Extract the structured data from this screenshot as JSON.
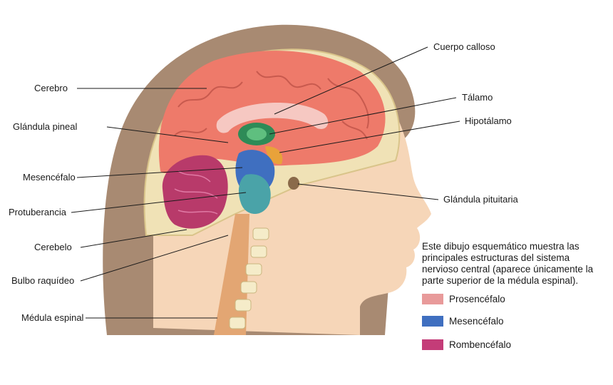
{
  "labels": {
    "cerebro": "Cerebro",
    "glandula_pineal": "Glándula pineal",
    "mesencefalo": "Mesencéfalo",
    "protuberancia": "Protuberancia",
    "cerebelo": "Cerebelo",
    "bulbo_raquideo": "Bulbo raquídeo",
    "medula_espinal": "Médula espinal",
    "cuerpo_calloso": "Cuerpo calloso",
    "talamo": "Tálamo",
    "hipotalamo": "Hipotálamo",
    "glandula_pituitaria": "Glándula pituitaria"
  },
  "caption": "Este dibujo esquemático muestra las principales estructuras del sistema nervioso central (aparece únicamente la parte superior de la médula espinal).",
  "legend": [
    {
      "label": "Prosencéfalo",
      "color": "#e89a9a"
    },
    {
      "label": "Mesencéfalo",
      "color": "#3f6fc0"
    },
    {
      "label": "Rombencéfalo",
      "color": "#c43c78"
    }
  ]
}
